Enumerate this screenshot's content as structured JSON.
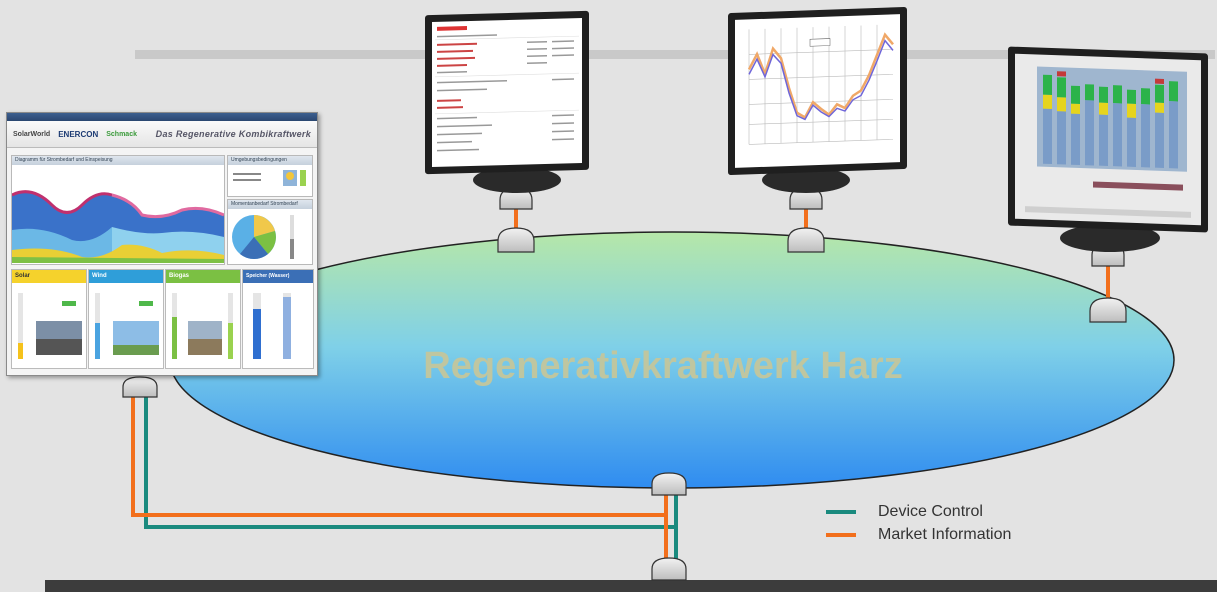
{
  "diagram": {
    "ring_label": "Regenerativkraftwerk Harz",
    "legend": [
      {
        "label": "Device Control",
        "color": "#1a8a7e"
      },
      {
        "label": "Market Information",
        "color": "#f26f1c"
      }
    ],
    "colors": {
      "device_control": "#1a8a7e",
      "market_information": "#f26f1c",
      "connector": "#d9d9d9",
      "footer_bar": "#3c3c3c"
    }
  },
  "control_panel": {
    "title": "Das Regenerative Kombikraftwerk",
    "logos": [
      "SolarWorld",
      "ENERCON",
      "Schmack"
    ],
    "sections": [
      "Diagramm für Strombedarf und Einspeisung",
      "Umgebungsbedingungen",
      "Momentanbedarf Strombedarf"
    ],
    "tiles": [
      {
        "name": "Solar",
        "color": "#f5d22c"
      },
      {
        "name": "Wind",
        "color": "#2f9ed9"
      },
      {
        "name": "Biogas",
        "color": "#7bc043"
      },
      {
        "name": "Speicher (Wasser)",
        "color": "#3b6fb6"
      }
    ]
  }
}
